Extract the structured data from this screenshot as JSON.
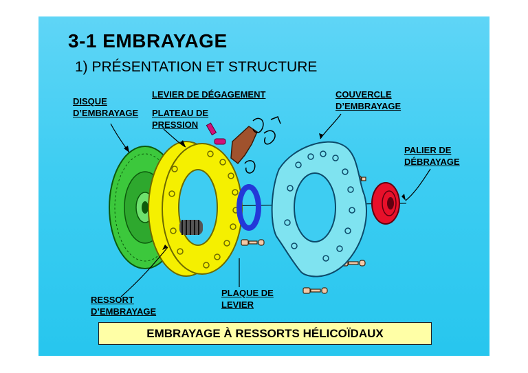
{
  "slide": {
    "title": "3-1   EMBRAYAGE",
    "subtitle": "1) PRÉSENTATION ET STRUCTURE",
    "labels": {
      "disque": [
        "DISQUE",
        "D’EMBRAYAGE"
      ],
      "levier_degagement": "LEVIER DE DÉGAGEMENT",
      "plateau": [
        "PLATEAU DE",
        "PRESSION"
      ],
      "couvercle": [
        "COUVERCLE",
        "D’EMBRAYAGE"
      ],
      "palier": [
        "PALIER DE",
        "DÉBRAYAGE"
      ],
      "ressort": [
        "RESSORT",
        "D’EMBRAYAGE"
      ],
      "plaque": [
        "PLAQUE DE",
        "LEVIER"
      ]
    },
    "banner": "EMBRAYAGE À RESSORTS HÉLICOÏDAUX"
  },
  "colors": {
    "background": "#3ecdf2",
    "disc": "#3cc83c",
    "pressure_plate": "#f5f000",
    "cover": "#7fe3f0",
    "bearing": "#e8102a",
    "lever_plate": "#2338d8",
    "lever": "#a0522d",
    "banner": "#ffffa6"
  }
}
